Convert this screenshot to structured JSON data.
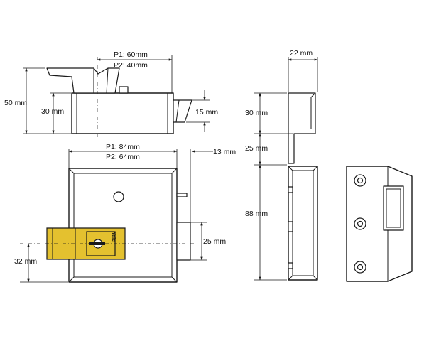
{
  "top_view": {
    "width_p1": "P1: 60mm",
    "width_p2": "P2: 40mm",
    "overall_height": "50 mm",
    "body_height": "30 mm",
    "bolt_height": "15 mm"
  },
  "front_view": {
    "width_p1": "P1: 84mm",
    "width_p2": "P2: 64mm",
    "bolt_projection": "13 mm",
    "bolt_length": "25 mm",
    "cylinder_height": "32 mm",
    "brand_mark": "Yale"
  },
  "side_view": {
    "depth": "22 mm",
    "flange_height": "30 mm",
    "gap": "25 mm",
    "body_height": "88 mm"
  },
  "colors": {
    "line": "#1a1a1a",
    "brass": "#e4c12f",
    "background": "#ffffff"
  }
}
